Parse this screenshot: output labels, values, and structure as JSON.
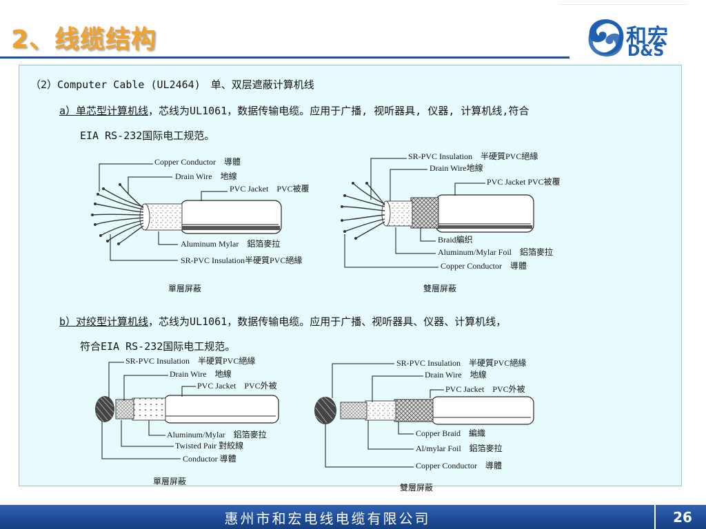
{
  "header": {
    "title": "2、线缆结构"
  },
  "logo": {
    "cn": "和宏",
    "en": "D&S"
  },
  "section": {
    "heading": "（2）Computer Cable (UL2464)　单、双层遮蔽计算机线",
    "a": {
      "link": "a）单芯型计算机线",
      "rest": "，芯线为UL1061，数据传输电缆。应用于广播, 视听器具, 仪器, 计算机线,符合",
      "line2": "EIA RS-232国际电工规范。"
    },
    "b": {
      "link": "b）对绞型计算机线",
      "rest": "，芯线为UL1061，数据传输电缆。应用于广播、视听器具、仪器、计算机线，",
      "line2": "符合EIA RS-232国际电工规范。"
    }
  },
  "diagrams": {
    "d1": {
      "copper_conductor": "Copper Conductor　導體",
      "drain_wire": "Drain Wire　地線",
      "pvc_jacket": "PVC Jacket　PVC被覆",
      "aluminum_mylar": "Aluminum Mylar　鋁箔麥拉",
      "sr_pvc": "SR-PVC Insulation半硬質PVC絕緣",
      "caption": "單層屏蔽"
    },
    "d2": {
      "sr_pvc": "SR-PVC Insulation　半硬質PVC絕緣",
      "drain_wire": "Drain Wire地線",
      "pvc_jacket": "PVC Jacket PVC被覆",
      "braid": "Braid編织",
      "aluminum_mylar_foil": "Aluminum/Mylar Foil　鋁箔麥拉",
      "copper_conductor": "Copper Conductor　導體",
      "caption": "雙層屏蔽"
    },
    "d3": {
      "sr_pvc": "SR-PVC Insulation　半硬質PVC絕緣",
      "drain_wire": "Drain Wire　地線",
      "pvc_jacket": "PVC Jacket　PVC外被",
      "aluminum_mylar": "Aluminum/Mylar　鋁箔麥拉",
      "twisted_pair": "Twisted Pair 對絞線",
      "conductor": "Conductor 導體",
      "caption": "單層屏蔽"
    },
    "d4": {
      "sr_pvc": "SR-PVC Insulation　半硬質PVC絕緣",
      "drain_wire": "Drain Wire　地線",
      "pvc_jacket": "PVC Jacket　PVC外被",
      "copper_braid": "Copper Braid　編織",
      "al_mylar_foil": "Al/mylar Foil　鋁箔麥拉",
      "copper_conductor": "Copper Conductor　導體",
      "caption": "雙層屏蔽"
    }
  },
  "footer": {
    "company": "惠州市和宏电线电缆有限公司",
    "page_number": "26"
  },
  "colors": {
    "title": "#F0A22A",
    "rule": "#1F4E96",
    "panel": "#E8FBFC",
    "footer": "#1D4A96",
    "logo": "#1F5FAF"
  }
}
